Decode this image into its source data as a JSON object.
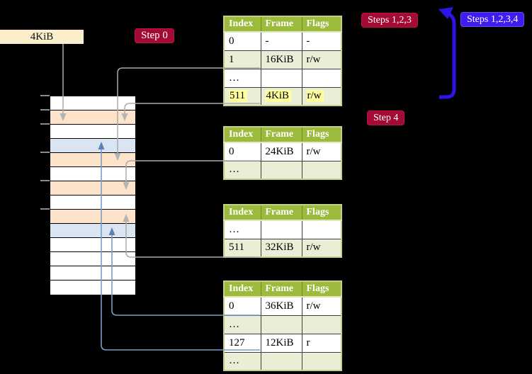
{
  "frame_size_label": "4KiB",
  "step_labels": {
    "step0": "Step 0",
    "steps_123": "Steps 1,2,3",
    "steps_1234": "Steps 1,2,3,4",
    "step4": "Step 4"
  },
  "table_headers": [
    "Index",
    "Frame",
    "Flags"
  ],
  "page_tables": [
    {
      "rows": [
        {
          "cells": [
            "0",
            "-",
            "-"
          ],
          "highlighted": false
        },
        {
          "cells": [
            "1",
            "16KiB",
            "r/w"
          ],
          "highlighted": false
        },
        {
          "cells": [
            "…",
            "",
            ""
          ],
          "highlighted": false
        },
        {
          "cells": [
            "511",
            "4KiB",
            "r/w"
          ],
          "highlighted": true
        }
      ]
    },
    {
      "rows": [
        {
          "cells": [
            "0",
            "24KiB",
            "r/w"
          ],
          "highlighted": false
        },
        {
          "cells": [
            "…",
            "",
            ""
          ],
          "highlighted": false
        }
      ]
    },
    {
      "rows": [
        {
          "cells": [
            "…",
            "",
            ""
          ],
          "highlighted": false
        },
        {
          "cells": [
            "511",
            "32KiB",
            "r/w"
          ],
          "highlighted": false
        }
      ]
    },
    {
      "rows": [
        {
          "cells": [
            "0",
            "36KiB",
            "r/w"
          ],
          "highlighted": false
        },
        {
          "cells": [
            "…",
            "",
            ""
          ],
          "highlighted": false
        },
        {
          "cells": [
            "127",
            "12KiB",
            "r"
          ],
          "highlighted": false
        },
        {
          "cells": [
            "…",
            "",
            ""
          ],
          "highlighted": false
        }
      ]
    }
  ],
  "memory_map": {
    "row_colors": [
      "white",
      "orange",
      "white",
      "blue",
      "orange",
      "white",
      "orange",
      "white",
      "orange",
      "blue",
      "white",
      "white",
      "white",
      "white"
    ]
  },
  "colors": {
    "step_label_red": "#a30b35",
    "step_label_blue": "#3f1cf0",
    "table_header_green": "#9cbb3d",
    "table_shaded_row": "#e9efd6",
    "highlight_yellow": "#ffff9e",
    "memory_row_orange": "#fde3c9",
    "memory_row_blue": "#d9e5f3",
    "frame_label_cream": "#fbeecb",
    "connector_gray": "#aaaaaa",
    "connector_blue": "#7b9cc9",
    "loop_arrow_blue": "#2e14e6"
  }
}
